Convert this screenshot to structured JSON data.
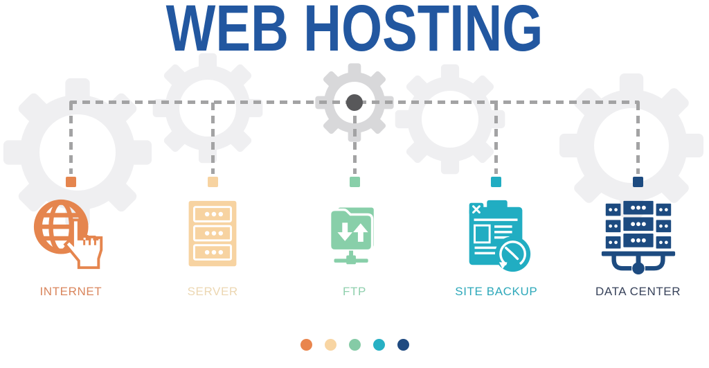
{
  "title": {
    "text": "WEB HOSTING",
    "color": "#2257a0"
  },
  "connector": {
    "line_color": "#a3a3a4",
    "center_dot_color": "#58585a"
  },
  "background": {
    "gear_color": "#efeff1",
    "center_gear_color": "#d8d8da"
  },
  "items": [
    {
      "label": "INTERNET",
      "color": "#e5854e",
      "label_color": "#d9855c",
      "icon": "internet-globe-cursor-icon"
    },
    {
      "label": "SERVER",
      "color": "#f7d3a1",
      "label_color": "#ecd7b2",
      "icon": "server-rack-icon"
    },
    {
      "label": "FTP",
      "color": "#88cfa9",
      "label_color": "#8fcfad",
      "icon": "ftp-folder-transfer-icon"
    },
    {
      "label": "SITE BACKUP",
      "color": "#21adc2",
      "label_color": "#2da8ba",
      "icon": "site-backup-restore-icon"
    },
    {
      "label": "DATA CENTER",
      "color": "#1d4b80",
      "label_color": "#37425a",
      "icon": "data-center-servers-icon"
    }
  ],
  "pagination_dots": [
    {
      "color": "#e9854d"
    },
    {
      "color": "#f8d5a3"
    },
    {
      "color": "#85cba6"
    },
    {
      "color": "#27b0c4"
    },
    {
      "color": "#1f4a80"
    }
  ]
}
